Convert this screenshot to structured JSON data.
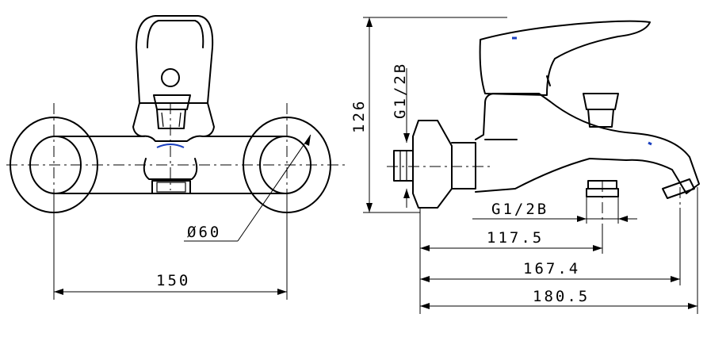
{
  "front_view": {
    "dimensions": {
      "width": "150",
      "diameter": "Ø60"
    }
  },
  "side_view": {
    "dimensions": {
      "height": "126",
      "inlet_thread": "G1/2B",
      "outlet_thread": "G1/2B",
      "depth_outlet": "117.5",
      "depth_spout": "167.4",
      "depth_total": "180.5"
    }
  },
  "colors": {
    "line": "#000000",
    "accent": "#1a3fbf"
  }
}
